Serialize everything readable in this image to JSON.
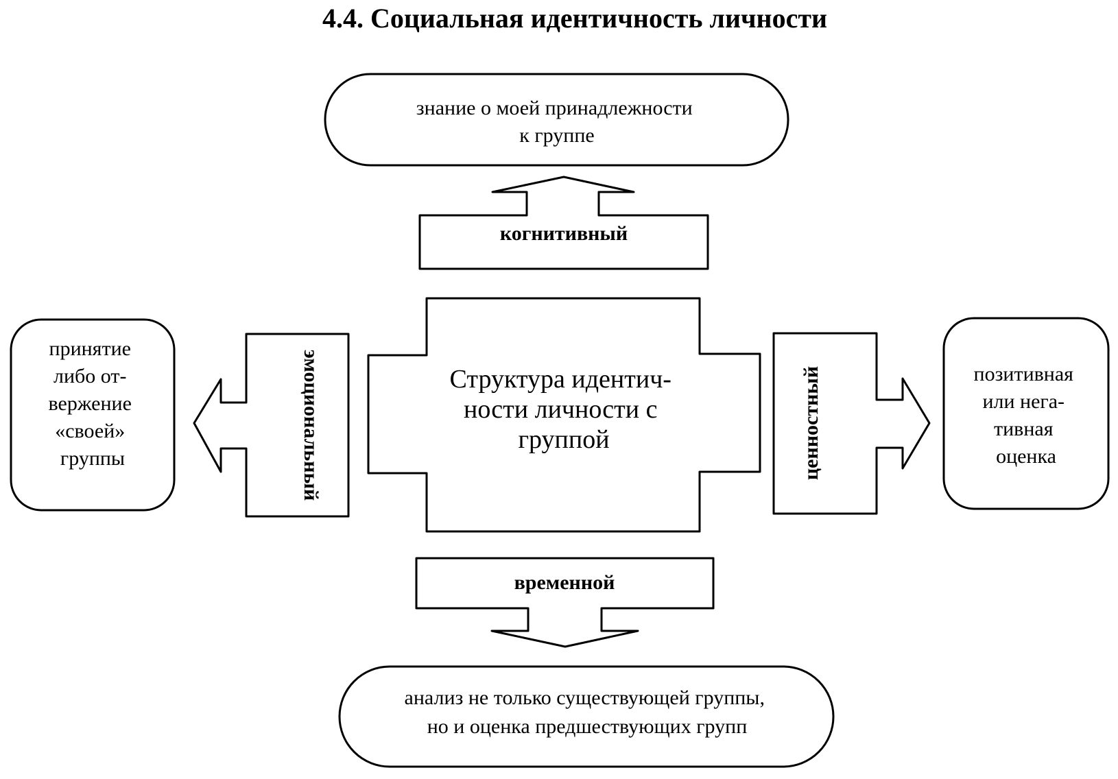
{
  "title": "4.4. Социальная идентичность личности",
  "center": {
    "lines": [
      "Структура идентич-",
      "ности личности с",
      "группой"
    ]
  },
  "components": {
    "cognitive": {
      "label": "когнитивный",
      "target_lines": [
        "знание о моей принадлежности",
        "к группе"
      ]
    },
    "emotional": {
      "label": "эмоциональный",
      "target_lines": [
        "принятие",
        "либо от-",
        "вержение",
        "«своей»",
        "группы"
      ]
    },
    "value": {
      "label": "ценностный",
      "target_lines": [
        "позитивная",
        "или нега-",
        "тивная",
        "оценка"
      ]
    },
    "temporal": {
      "label": "временной",
      "target_lines": [
        "анализ не только существующей группы,",
        "но и оценка предшествующих групп"
      ]
    }
  }
}
